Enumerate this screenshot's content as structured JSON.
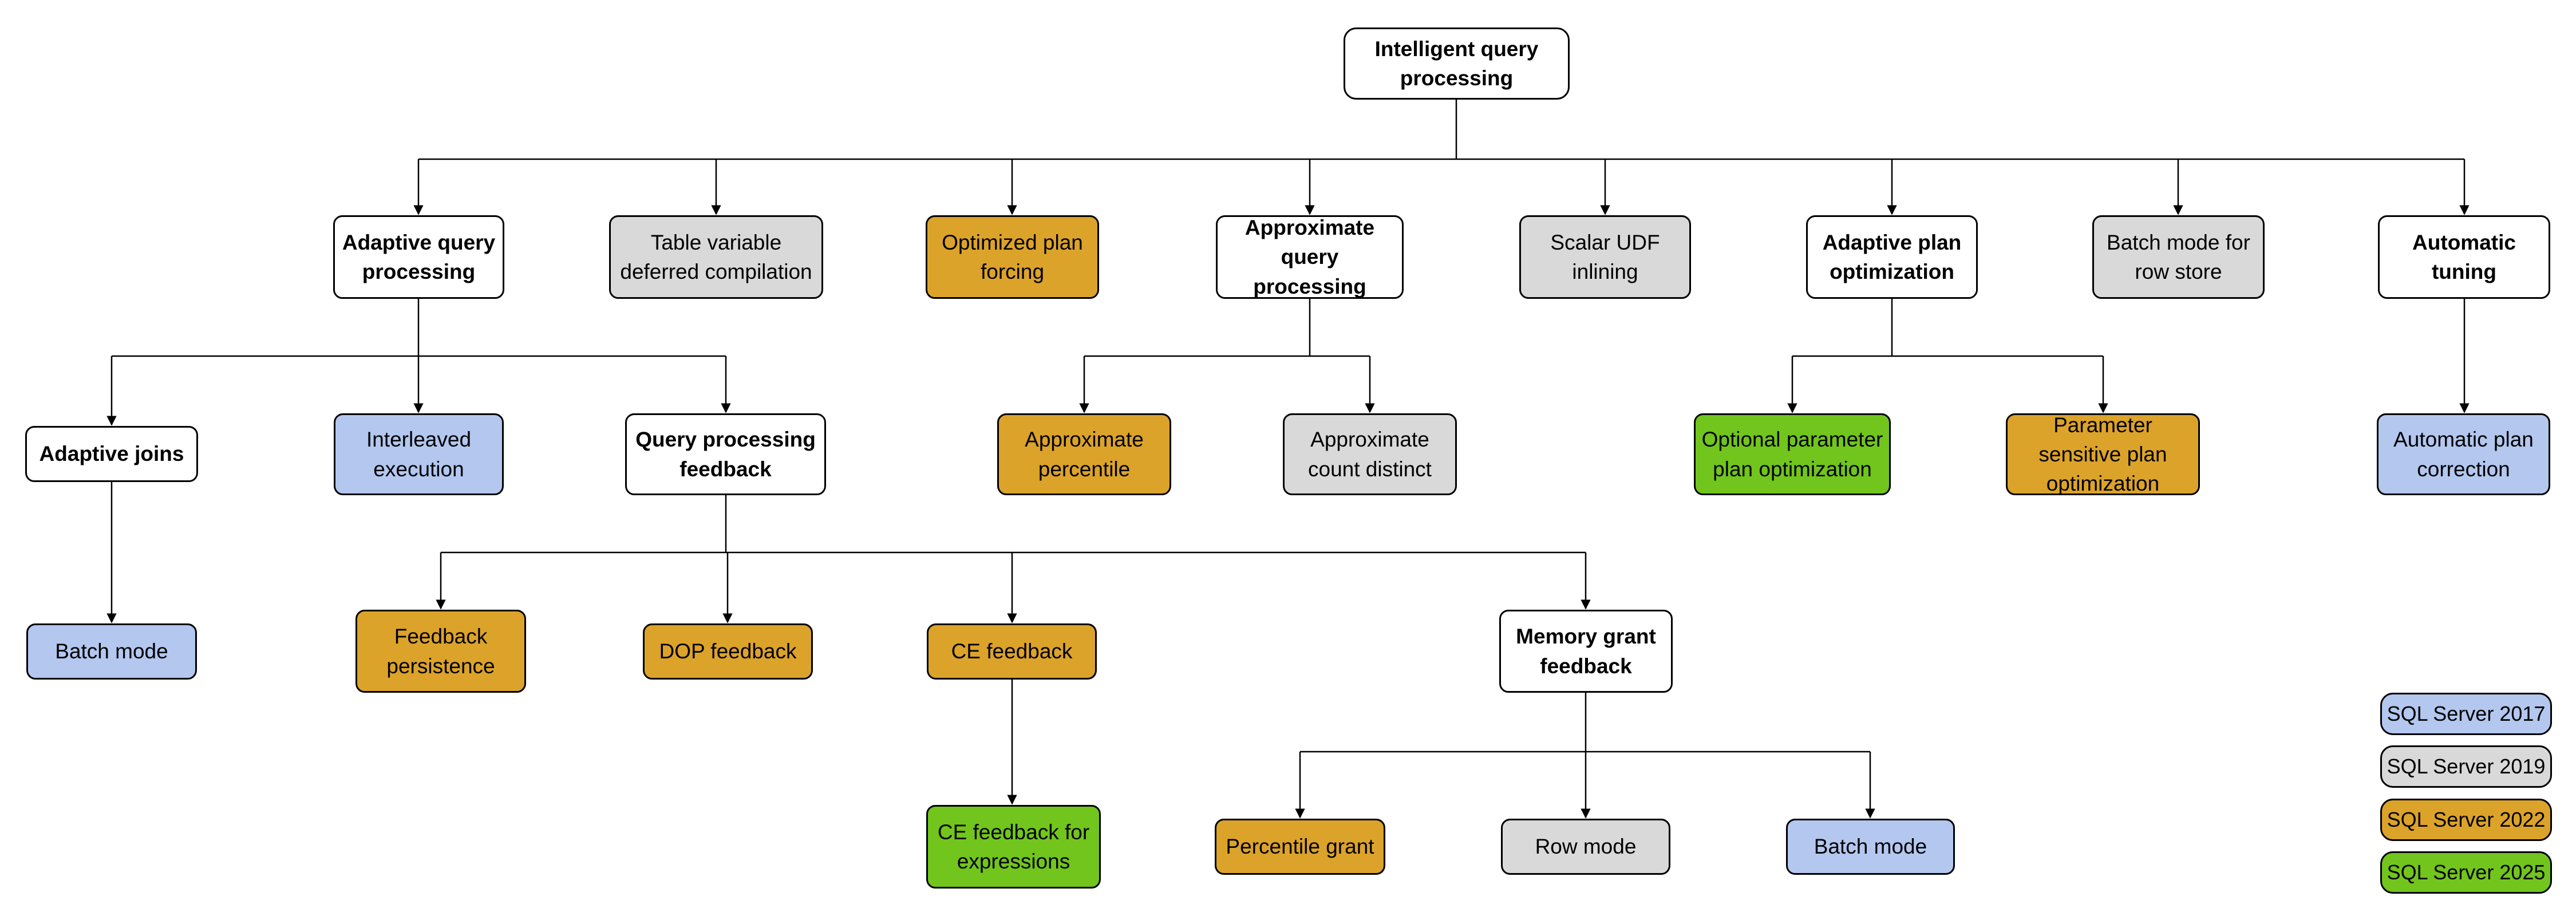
{
  "diagram": {
    "palette": {
      "white": "#ffffff",
      "gray": "#d9d9d9",
      "gold": "#dca32a",
      "blue": "#b3c7ef",
      "green": "#71c51c"
    },
    "nodes": {
      "root": {
        "label": "Intelligent query processing",
        "color": "white"
      },
      "adaptive_query_processing": {
        "label": "Adaptive query processing",
        "color": "white"
      },
      "table_variable_deferred_compilation": {
        "label": "Table variable deferred compilation",
        "color": "gray"
      },
      "optimized_plan_forcing": {
        "label": "Optimized plan forcing",
        "color": "gold"
      },
      "approximate_query_processing": {
        "label": "Approximate query processing",
        "color": "white"
      },
      "scalar_udf_inlining": {
        "label": "Scalar UDF inlining",
        "color": "gray"
      },
      "adaptive_plan_optimization": {
        "label": "Adaptive plan optimization",
        "color": "white"
      },
      "batch_mode_for_row_store": {
        "label": "Batch mode for row store",
        "color": "gray"
      },
      "automatic_tuning": {
        "label": "Automatic tuning",
        "color": "white"
      },
      "adaptive_joins": {
        "label": "Adaptive joins",
        "color": "white"
      },
      "interleaved_execution": {
        "label": "Interleaved execution",
        "color": "blue"
      },
      "query_processing_feedback": {
        "label": "Query processing feedback",
        "color": "white"
      },
      "approximate_percentile": {
        "label": "Approximate percentile",
        "color": "gold"
      },
      "approximate_count_distinct": {
        "label": "Approximate count distinct",
        "color": "gray"
      },
      "optional_parameter_plan_optimization": {
        "label": "Optional parameter plan optimization",
        "color": "green"
      },
      "parameter_sensitive_plan_optimization": {
        "label": "Parameter sensitive plan optimization",
        "color": "gold"
      },
      "automatic_plan_correction": {
        "label": "Automatic plan correction",
        "color": "blue"
      },
      "batch_mode_adaptive_joins": {
        "label": "Batch mode",
        "color": "blue"
      },
      "feedback_persistence": {
        "label": "Feedback persistence",
        "color": "gold"
      },
      "dop_feedback": {
        "label": "DOP feedback",
        "color": "gold"
      },
      "ce_feedback": {
        "label": "CE feedback",
        "color": "gold"
      },
      "memory_grant_feedback": {
        "label": "Memory grant feedback",
        "color": "white"
      },
      "ce_feedback_for_expressions": {
        "label": "CE feedback for expressions",
        "color": "green"
      },
      "percentile_grant": {
        "label": "Percentile grant",
        "color": "gold"
      },
      "row_mode": {
        "label": "Row mode",
        "color": "gray"
      },
      "batch_mode_memory_grant": {
        "label": "Batch mode",
        "color": "blue"
      }
    }
  },
  "legend": {
    "items": [
      {
        "label": "SQL Server 2017",
        "color": "blue"
      },
      {
        "label": "SQL Server 2019",
        "color": "gray"
      },
      {
        "label": "SQL Server 2022",
        "color": "gold"
      },
      {
        "label": "SQL Server 2025",
        "color": "green"
      }
    ]
  }
}
